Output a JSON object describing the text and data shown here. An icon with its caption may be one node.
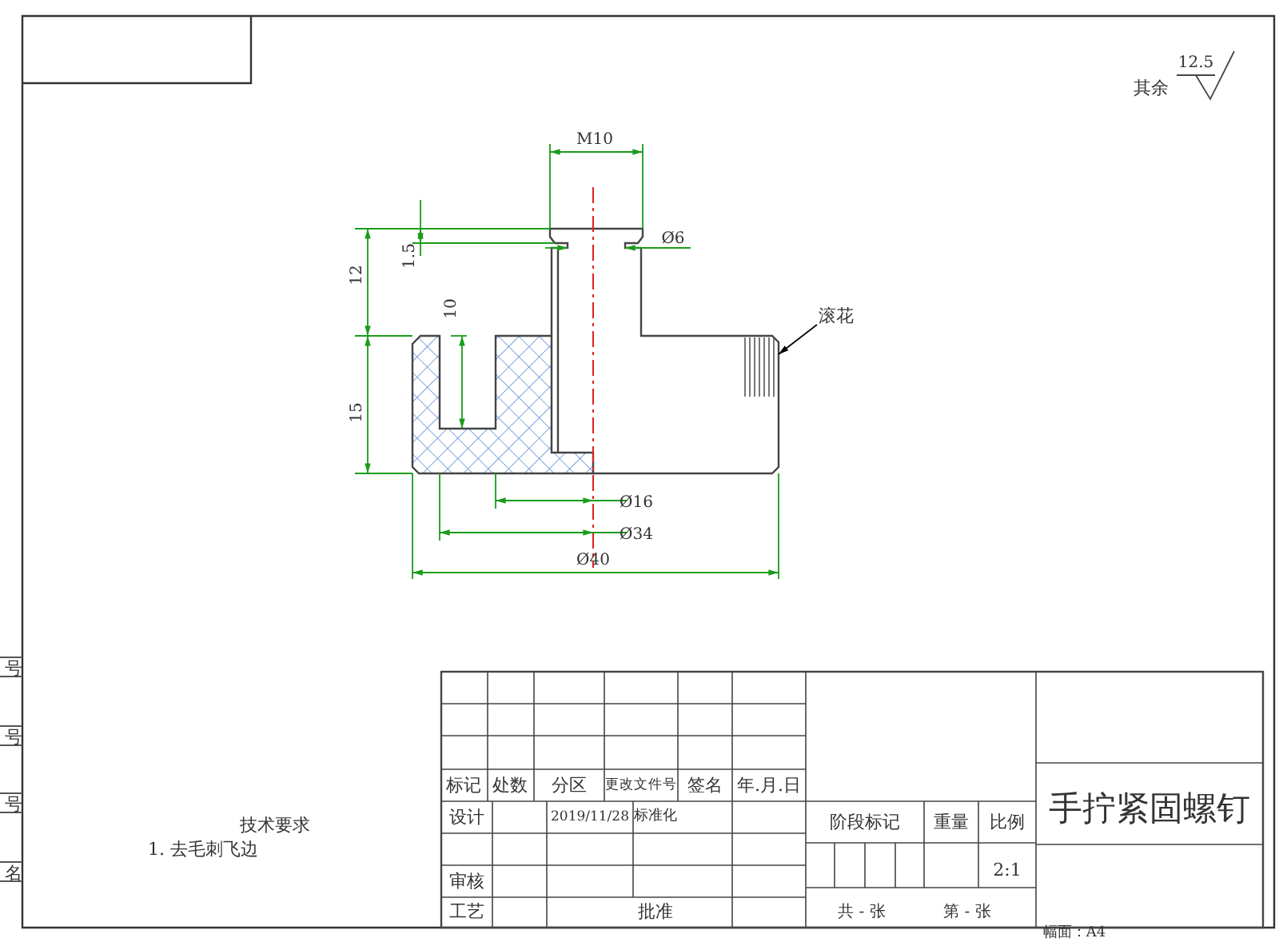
{
  "diagram": {
    "nodes": [
      {
        "text": [
          "滚花"
        ]
      },
      {
        "text": [],
        "shape": "picture"
      }
    ],
    "edges": [
      {
        "from": 0,
        "to": 1,
        "arrow": "to"
      }
    ],
    "labels": [
      "12.5",
      "其余",
      "M10",
      "1.5",
      "Ø6",
      "12",
      "10",
      "15",
      "Ø16",
      "Ø34",
      "Ø40",
      "号",
      "号",
      "号",
      "名",
      "技术要求",
      "1. 去毛刺飞边",
      "标记",
      "处数",
      "分区",
      "更改文件号",
      "签名",
      "年.月.日",
      "设计",
      "2019/11/28",
      "标准化",
      "审核",
      "工艺",
      "批准",
      "阶段标记",
      "重量",
      "比例",
      "2:1",
      "共 - 张",
      "第 - 张",
      "手拧紧固螺钉",
      "幅面：A4"
    ]
  }
}
